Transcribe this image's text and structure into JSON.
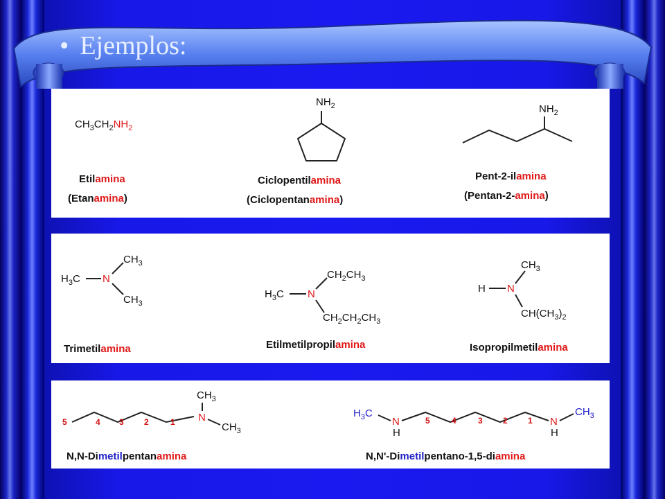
{
  "slide": {
    "title_bullet": "•",
    "title": "Ejemplos:"
  },
  "panel1": {
    "ethyl": {
      "formula_prefix": "CH",
      "formula_mid": "CH",
      "formula_nh": "NH",
      "sub3": "3",
      "sub2": "2",
      "name_a": "Etil",
      "name_b": "amina",
      "alt_open": "(Etan",
      "alt_b": "amina",
      "alt_close": ")"
    },
    "cyclo": {
      "group": "NH",
      "sub": "2",
      "name_a": "Ciclopentil",
      "name_b": "amina",
      "alt_open": "(Ciclopentan",
      "alt_b": "amina",
      "alt_close": ")"
    },
    "pent": {
      "group": "NH",
      "sub": "2",
      "name_a": "Pent-2-il",
      "name_b": "amina",
      "alt_open": "(Pentan-2-",
      "alt_b": "amina",
      "alt_close": ")"
    }
  },
  "panel2": {
    "trimethyl": {
      "h3c": "H",
      "c": "C",
      "n": "N",
      "ch": "CH",
      "sub3": "3",
      "name_a": "Trimetil",
      "name_b": "amina"
    },
    "ethylmethylpropyl": {
      "h3c": "H",
      "c": "C",
      "n": "N",
      "ch2ch3_a": "CH",
      "ch2ch3_b": "CH",
      "propyl_a": "CH",
      "propyl_b": "CH",
      "propyl_c": "CH",
      "sub2": "2",
      "sub3": "3",
      "name_a": "Etilmetilpropil",
      "name_b": "amina"
    },
    "isopropylmethyl": {
      "h": "H",
      "n": "N",
      "ch3": "CH",
      "iso": "CH(CH",
      "iso_close": ")",
      "sub3": "3",
      "sub2": "2",
      "name_a": "Isopropilmetil",
      "name_b": "amina"
    }
  },
  "panel3": {
    "dimethylpentan": {
      "ch": "CH",
      "sub3": "3",
      "n": "N",
      "numbers": [
        "5",
        "4",
        "3",
        "2",
        "1"
      ],
      "name_a": "N,N-Di",
      "name_b": "metil",
      "name_c": "pentan",
      "name_d": "amina"
    },
    "diamine": {
      "h3c_a": "H",
      "h3c_b": "C",
      "n": "N",
      "h": "H",
      "ch": "CH",
      "sub3": "3",
      "numbers": [
        "5",
        "4",
        "3",
        "2",
        "1"
      ],
      "name_a": "N,N'-Di",
      "name_b": "metil",
      "name_c": "pentano-1,5-di",
      "name_d": "amina"
    }
  },
  "colors": {
    "background": "#3a0a2e",
    "curtain": "#1a1af0",
    "accent_red": "#e01818",
    "accent_blue": "#2020c8",
    "title": "#e8f0ff"
  }
}
